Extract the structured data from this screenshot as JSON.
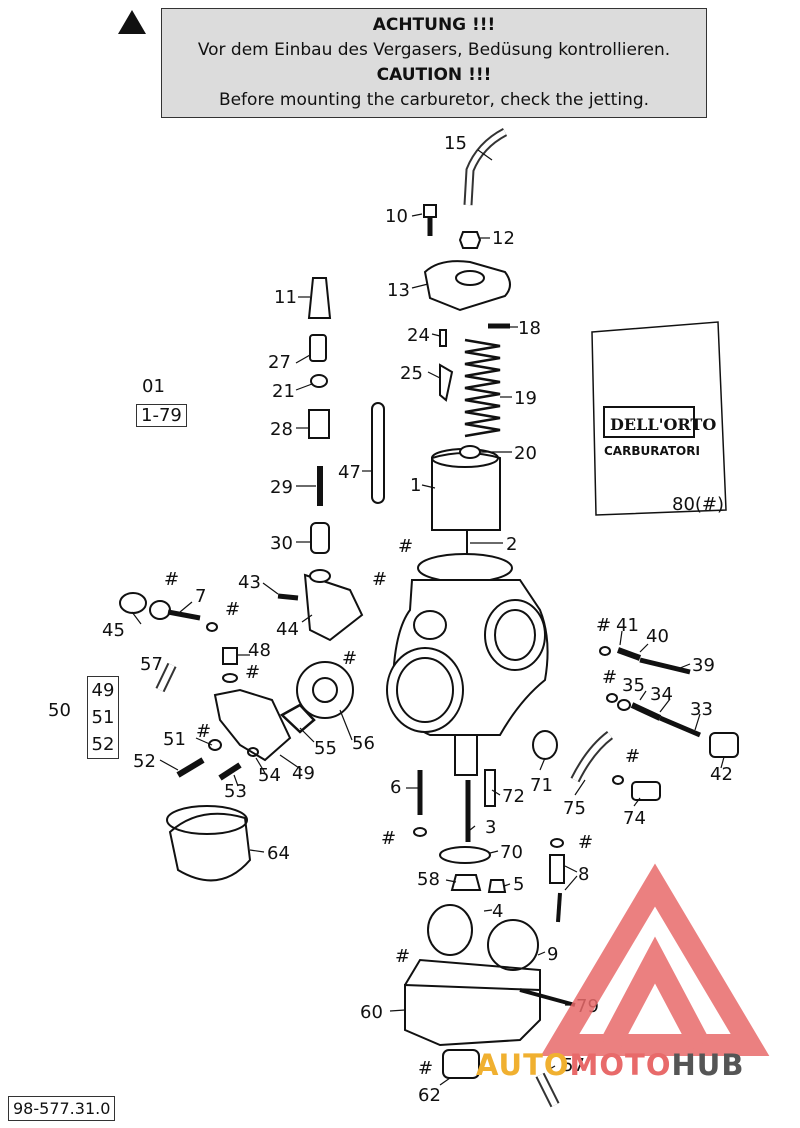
{
  "caution": {
    "title_de": "ACHTUNG !!!",
    "text_de": "Vor dem Einbau des Vergasers, Bedüsung kontrollieren.",
    "title_en": "CAUTION !!!",
    "text_en": "Before mounting the carburetor, check the jetting."
  },
  "group_ref": {
    "number": "01",
    "range": "1-79"
  },
  "group_box": {
    "label": "50",
    "items": [
      "49",
      "51",
      "52"
    ]
  },
  "part_number": "98-577.31.0",
  "watermark": {
    "part1": "AUTO",
    "part2": "MOTO",
    "part3": "HUB"
  },
  "decal_text": {
    "brand": "DELL'ORTO",
    "sub": "CARBURATORI"
  },
  "callouts": [
    {
      "id": "15",
      "label": "15"
    },
    {
      "id": "10",
      "label": "10"
    },
    {
      "id": "12",
      "label": "12"
    },
    {
      "id": "13",
      "label": "13"
    },
    {
      "id": "11",
      "label": "11"
    },
    {
      "id": "24",
      "label": "24"
    },
    {
      "id": "18",
      "label": "18"
    },
    {
      "id": "27",
      "label": "27"
    },
    {
      "id": "25",
      "label": "25"
    },
    {
      "id": "21",
      "label": "21"
    },
    {
      "id": "19",
      "label": "19"
    },
    {
      "id": "28",
      "label": "28"
    },
    {
      "id": "20",
      "label": "20"
    },
    {
      "id": "47",
      "label": "47"
    },
    {
      "id": "29",
      "label": "29"
    },
    {
      "id": "1",
      "label": "1"
    },
    {
      "id": "80",
      "label": "80(#)"
    },
    {
      "id": "30",
      "label": "30"
    },
    {
      "id": "2",
      "label": "2"
    },
    {
      "id": "43",
      "label": "43"
    },
    {
      "id": "7",
      "label": "7"
    },
    {
      "id": "45",
      "label": "45"
    },
    {
      "id": "44",
      "label": "44"
    },
    {
      "id": "41",
      "label": "41"
    },
    {
      "id": "40",
      "label": "40"
    },
    {
      "id": "39",
      "label": "39"
    },
    {
      "id": "48",
      "label": "48"
    },
    {
      "id": "57a",
      "label": "57"
    },
    {
      "id": "35",
      "label": "35"
    },
    {
      "id": "34",
      "label": "34"
    },
    {
      "id": "33",
      "label": "33"
    },
    {
      "id": "51",
      "label": "51"
    },
    {
      "id": "55",
      "label": "55"
    },
    {
      "id": "56",
      "label": "56"
    },
    {
      "id": "52",
      "label": "52"
    },
    {
      "id": "54",
      "label": "54"
    },
    {
      "id": "49",
      "label": "49"
    },
    {
      "id": "53",
      "label": "53"
    },
    {
      "id": "42",
      "label": "42"
    },
    {
      "id": "6",
      "label": "6"
    },
    {
      "id": "72",
      "label": "72"
    },
    {
      "id": "71",
      "label": "71"
    },
    {
      "id": "75",
      "label": "75"
    },
    {
      "id": "74",
      "label": "74"
    },
    {
      "id": "3",
      "label": "3"
    },
    {
      "id": "64",
      "label": "64"
    },
    {
      "id": "70",
      "label": "70"
    },
    {
      "id": "8",
      "label": "8"
    },
    {
      "id": "58",
      "label": "58"
    },
    {
      "id": "5",
      "label": "5"
    },
    {
      "id": "4",
      "label": "4"
    },
    {
      "id": "9",
      "label": "9"
    },
    {
      "id": "79",
      "label": "79"
    },
    {
      "id": "60",
      "label": "60"
    },
    {
      "id": "57b",
      "label": "57"
    },
    {
      "id": "62",
      "label": "62"
    }
  ],
  "hash_symbol": "#"
}
